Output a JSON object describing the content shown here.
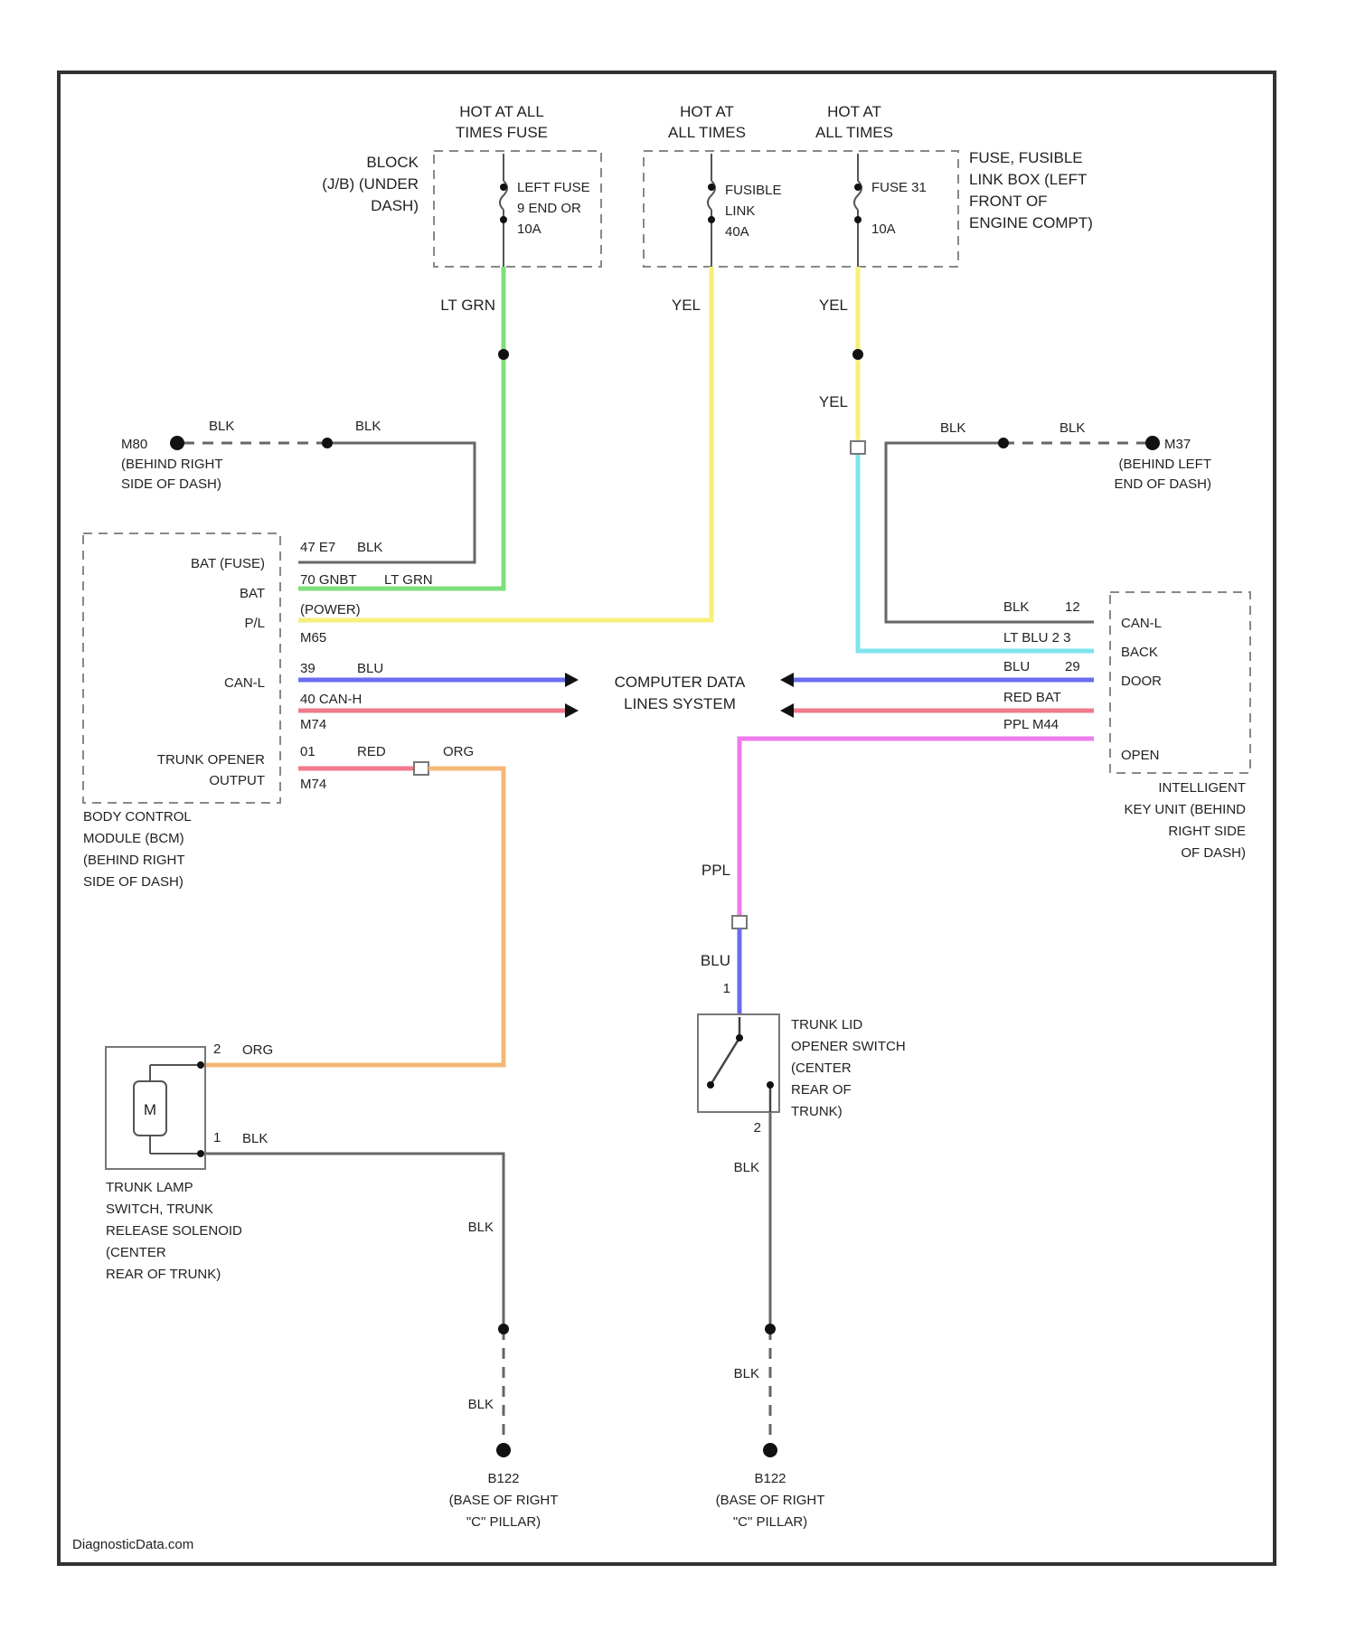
{
  "fuses": {
    "left_header": [
      "HOT AT ALL",
      "TIMES FUSE"
    ],
    "middle_header": [
      "HOT AT",
      "ALL TIMES"
    ],
    "right_header": [
      "HOT AT",
      "ALL TIMES"
    ],
    "block_label": [
      "BLOCK",
      "(J/B) (UNDER",
      "DASH)"
    ],
    "left_fuse": [
      "LEFT FUSE",
      "9 END OR",
      "10A"
    ],
    "fusible_link": [
      "FUSIBLE",
      "LINK",
      "40A"
    ],
    "fuse_right": [
      "FUSE 31",
      "10A"
    ],
    "box_label": [
      "FUSE, FUSIBLE",
      "LINK BOX (LEFT",
      "FRONT OF",
      "ENGINE COMPT)"
    ]
  },
  "wires": {
    "lt_grn": "LT GRN",
    "yel_a": "YEL",
    "yel_b": "YEL",
    "yel_c": "YEL",
    "blk": "BLK",
    "ppl": "PPL",
    "blu": "BLU",
    "org": "ORG",
    "red": "RED"
  },
  "grounds": {
    "left": [
      "M80",
      "(BEHIND RIGHT",
      "SIDE OF DASH)"
    ],
    "right": [
      "M37",
      "(BEHIND LEFT",
      "END OF DASH)"
    ],
    "bottom_left": [
      "B122",
      "(BASE OF RIGHT",
      "\"C\" PILLAR)"
    ],
    "bottom_right": [
      "B122",
      "(BASE OF RIGHT",
      "\"C\" PILLAR)"
    ]
  },
  "bcm": {
    "pins": [
      "BAT (FUSE)",
      "BAT",
      "P/L",
      "CAN-L",
      "TRUNK OPENER",
      "OUTPUT"
    ],
    "pin_labels": {
      "p1": "47 E7",
      "p2": "70 GNBT",
      "p3": "(POWER)",
      "p3b": "M65",
      "p4": "39",
      "p5": "40 CAN-H",
      "p5b": "M74",
      "p6": "01",
      "p6b": "M74"
    },
    "label": [
      "BODY CONTROL",
      "MODULE (BCM)",
      "(BEHIND RIGHT",
      "SIDE OF DASH)"
    ]
  },
  "center": [
    "COMPUTER DATA",
    "LINES SYSTEM"
  ],
  "iku": {
    "pins": [
      "CAN-L",
      "BACK",
      "DOOR",
      "OPEN"
    ],
    "pin_labels": {
      "p1": "12",
      "p2": "LT BLU 2 3",
      "p3": "29",
      "p4": "RED BAT",
      "p5": "PPL M44"
    },
    "label": [
      "INTELLIGENT",
      "KEY UNIT (BEHIND",
      "RIGHT SIDE",
      "OF DASH)"
    ]
  },
  "solenoid": {
    "pin2": "2",
    "pin1": "1",
    "motor": "M",
    "label": [
      "TRUNK LAMP",
      "SWITCH, TRUNK",
      "RELEASE SOLENOID",
      "(CENTER",
      "REAR OF TRUNK)"
    ]
  },
  "opener_switch": {
    "pin1": "1",
    "pin2": "2",
    "label": [
      "TRUNK LID",
      "OPENER SWITCH",
      "(CENTER",
      "REAR OF",
      "TRUNK)"
    ]
  },
  "watermark": "DiagnosticData.com",
  "colors": {
    "lt_grn": "#7ee07a",
    "yel": "#f4f07a",
    "lt_blu": "#7fe3ee",
    "blu": "#6b6bf0",
    "red": "#f07a8c",
    "org": "#f5b878",
    "ppl": "#ee7bee",
    "blk": "#666666"
  }
}
